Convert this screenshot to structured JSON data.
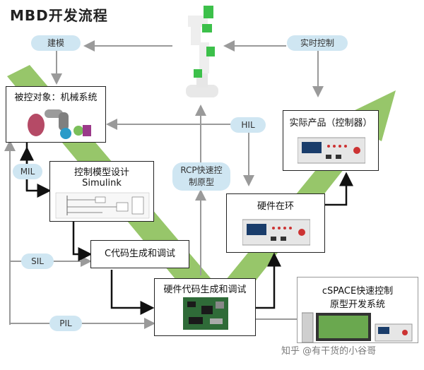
{
  "title": "MBD开发流程",
  "nodes": {
    "plant": "被控对象：机械系统",
    "model_design_line1": "控制模型设计",
    "model_design_line2": "Simulink",
    "c_code": "C代码生成和调试",
    "hw_code": "硬件代码生成和调试",
    "hil_box": "硬件在环",
    "product": "实际产品（控制器）",
    "cspace_line1": "cSPACE快速控制",
    "cspace_line2": "原型开发系统"
  },
  "labels": {
    "modeling": "建模",
    "realtime": "实时控制",
    "hil": "HIL",
    "rcp_line1": "RCP快速控",
    "rcp_line2": "制原型",
    "mil": "MIL",
    "sil": "SIL",
    "pil": "PIL"
  },
  "watermark": "知乎 @有干货的小谷哥",
  "colors": {
    "arrow_green": "#8cc05a",
    "pill_blue": "#cfe6f2",
    "gray_arrow": "#9a9a9a",
    "robot_green": "#3cc04a"
  }
}
